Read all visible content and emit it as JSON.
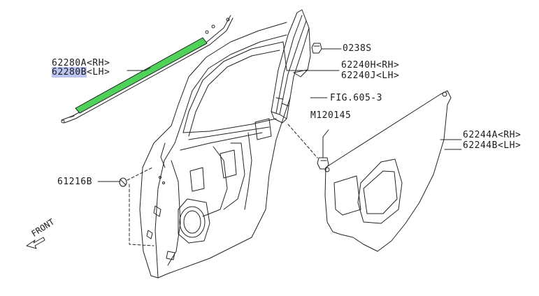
{
  "labels": {
    "p62280a": "62280A<RH>",
    "p62280b": "62280B",
    "p62280b_side": "<LH>",
    "p0238s": "0238S",
    "p62240h": "62240H<RH>",
    "p62240j": "62240J<LH>",
    "fig": "FIG.605-3",
    "m120145": "M120145",
    "p62244a": "62244A<RH>",
    "p62244b": "62244B<LH>",
    "p61216b": "61216B",
    "front": "FRONT"
  },
  "colors": {
    "highlight_strip": "#4fd15a",
    "highlight_label": "#b9c4f2",
    "line": "#222222"
  }
}
